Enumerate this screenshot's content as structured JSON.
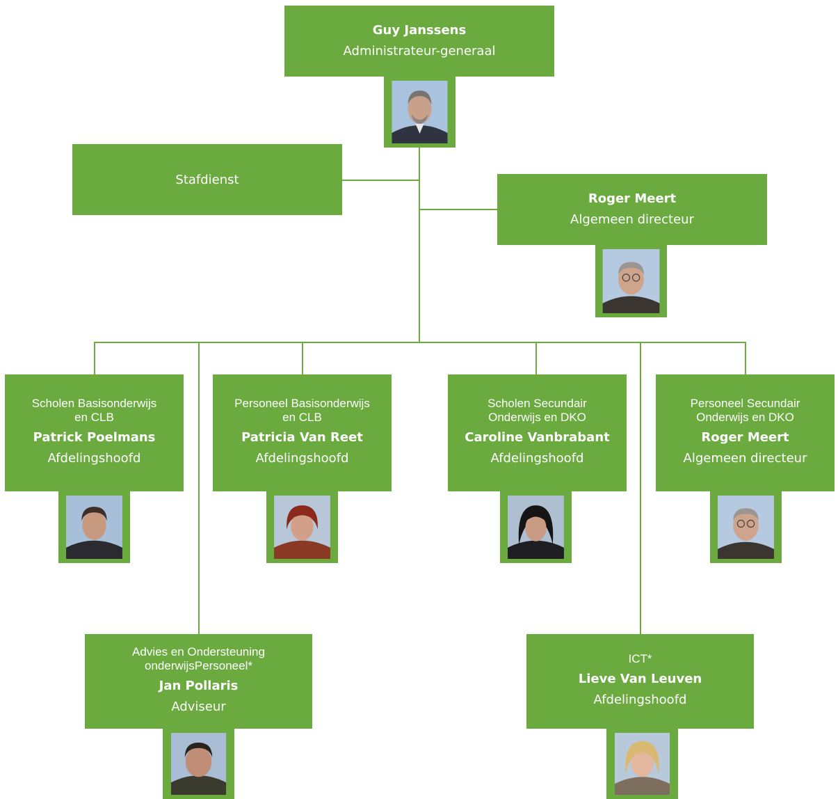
{
  "top": {
    "name": "Guy Janssens",
    "role": "Administrateur-generaal",
    "photo_icon": "portrait-photo-man-grey-hair-beard"
  },
  "staff": {
    "label": "Stafdienst"
  },
  "director": {
    "name": "Roger Meert",
    "role": "Algemeen directeur",
    "photo_icon": "portrait-photo-man-glasses"
  },
  "departments": [
    {
      "dept": "Scholen Basisonderwijs\nen CLB",
      "name": "Patrick Poelmans",
      "role": "Afdelingshoofd",
      "photo_icon": "portrait-photo-man"
    },
    {
      "dept": "Personeel Basisonderwijs\nen CLB",
      "name": "Patricia Van Reet",
      "role": "Afdelingshoofd",
      "photo_icon": "portrait-photo-woman-red-hair"
    },
    {
      "dept": "Scholen Secundair\nOnderwijs en DKO",
      "name": "Caroline Vanbrabant",
      "role": "Afdelingshoofd",
      "photo_icon": "portrait-photo-woman-dark-hair"
    },
    {
      "dept": "Personeel Secundair\nOnderwijs en DKO",
      "name": "Roger Meert",
      "role": "Algemeen directeur",
      "photo_icon": "portrait-photo-man-glasses"
    }
  ],
  "advice": {
    "dept": "Advies en Ondersteuning\nonderwijsPersoneel*",
    "name": "Jan Pollaris",
    "role": "Adviseur",
    "photo_icon": "portrait-photo-man-dark-hair"
  },
  "ict": {
    "dept": "ICT*",
    "name": "Lieve Van Leuven",
    "role": "Afdelingshoofd",
    "photo_icon": "portrait-photo-woman-blonde"
  },
  "colors": {
    "accent": "#6aaa3f",
    "text": "#ffffff"
  }
}
